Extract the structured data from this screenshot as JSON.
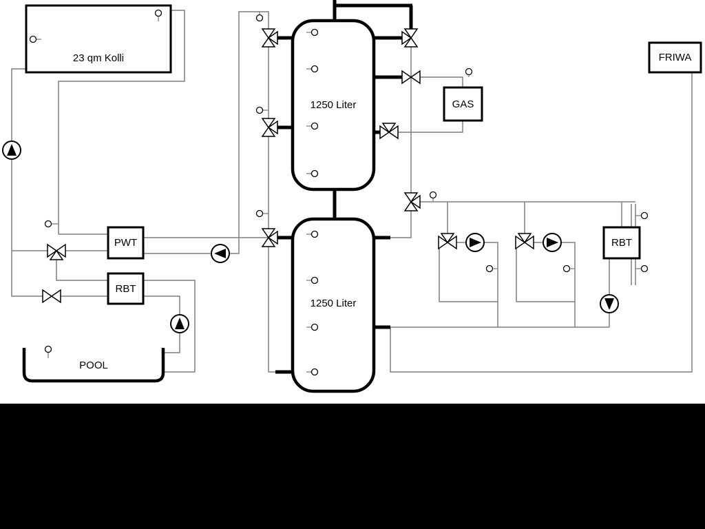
{
  "diagram": {
    "type": "hydraulic-heating-schematic",
    "background_color": "#ffffff",
    "footer_bar_color": "#000000",
    "pipe_color": "#7f7f7f",
    "outline_color": "#000000",
    "labels": {
      "collector": "23 qm Kolli",
      "tank_top": "1250 Liter",
      "tank_bottom": "1250 Liter",
      "gas": "GAS",
      "friwa": "FRIWA",
      "pwt": "PWT",
      "rbt_left": "RBT",
      "rbt_right": "RBT",
      "pool": "POOL"
    },
    "icons": {
      "pump": "pump-icon: circle with filled directional triangle",
      "three_way_valve": "three-way-valve-icon: three joined hollow triangles",
      "valve": "valve-icon: hollow bowtie",
      "sensor": "temperature-sensor-icon: small circle with stem"
    }
  }
}
